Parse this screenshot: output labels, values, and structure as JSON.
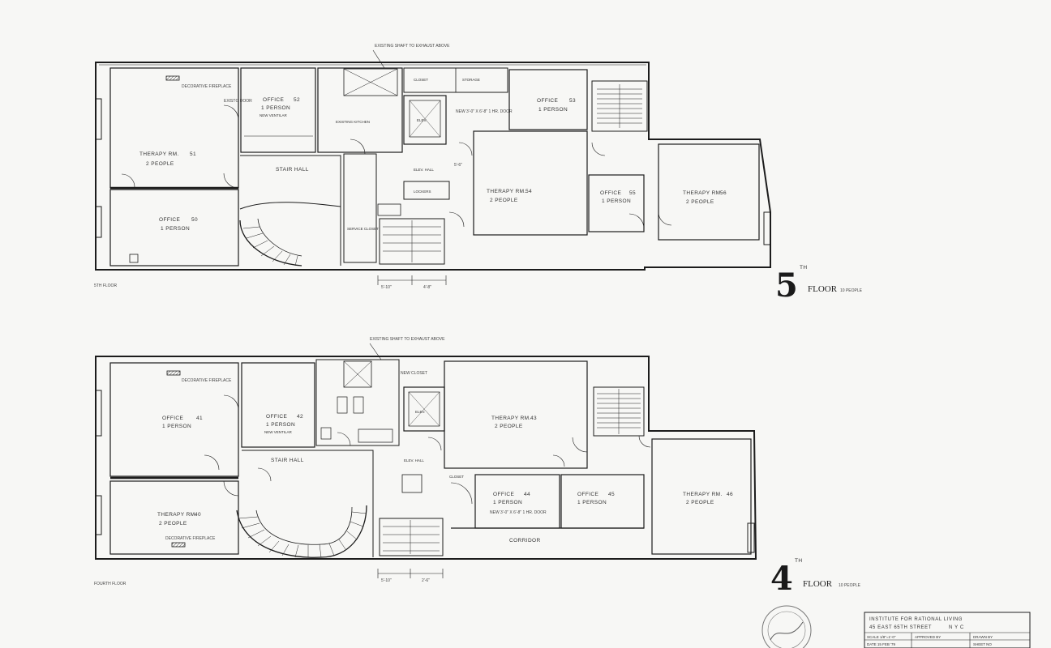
{
  "floor5": {
    "numeral": "5",
    "suffix": "TH",
    "floor_word": "FLOOR",
    "occupancy": "10 PEOPLE",
    "plan_label": "5TH FLOOR",
    "rooms": {
      "therapy_51": {
        "name": "THERAPY RM.",
        "num": "51",
        "occ": "2 PEOPLE"
      },
      "office_50": {
        "name": "OFFICE",
        "num": "50",
        "occ": "1 PERSON"
      },
      "office_52": {
        "name": "OFFICE",
        "num": "52",
        "occ": "1 PERSON",
        "extra": "NEW VENTILAR"
      },
      "office_53": {
        "name": "OFFICE",
        "num": "53",
        "occ": "1 PERSON"
      },
      "therapy_54": {
        "name": "THERAPY RM.",
        "num": "54",
        "occ": "2 PEOPLE"
      },
      "office_55": {
        "name": "OFFICE",
        "num": "55",
        "occ": "1 PERSON"
      },
      "therapy_56": {
        "name": "THERAPY RM.",
        "num": "56",
        "occ": "2 PEOPLE"
      },
      "stair_hall": "STAIR HALL",
      "elev_hall": "ELEV. HALL",
      "elev": "ELEV.",
      "lockers": "LOCKERS",
      "kitchen": "EXISTING KITCHEN",
      "service": "SERVICE CLOSET",
      "closet": "CLOSET",
      "storage": "STORAGE"
    },
    "notes": {
      "shaft": "EXISTING SHAFT TO EXHAUST ABOVE",
      "fireplace": "DECORATIVE FIREPLACE",
      "door": "EXISTG DOOR",
      "newdoor": "NEW 3'-0\" X 6'-8\" 1 HR. DOOR",
      "dim1": "5'-10\"",
      "dim2": "4'-8\"",
      "dim3": "5'-6\""
    }
  },
  "floor4": {
    "numeral": "4",
    "suffix": "TH",
    "floor_word": "FLOOR",
    "occupancy": "10 PEOPLE",
    "plan_label": "FOURTH FLOOR",
    "rooms": {
      "office_41": {
        "name": "OFFICE",
        "num": "41",
        "occ": "1 PERSON"
      },
      "office_42": {
        "name": "OFFICE",
        "num": "42",
        "occ": "1 PERSON",
        "extra": "NEW VENTILAR"
      },
      "therapy_43": {
        "name": "THERAPY RM.",
        "num": "43",
        "occ": "2 PEOPLE"
      },
      "therapy_40": {
        "name": "THERAPY RM.",
        "num": "40",
        "occ": "2 PEOPLE"
      },
      "office_44": {
        "name": "OFFICE",
        "num": "44",
        "occ": "1 PERSON"
      },
      "office_45": {
        "name": "OFFICE",
        "num": "45",
        "occ": "1 PERSON"
      },
      "therapy_46": {
        "name": "THERAPY RM.",
        "num": "46",
        "occ": "2 PEOPLE"
      },
      "stair_hall": "STAIR HALL",
      "elev_hall": "ELEV. HALL",
      "elev": "ELEV.",
      "corridor": "CORRIDOR",
      "closet": "CLOSET"
    },
    "notes": {
      "shaft": "EXISTING SHAFT TO EXHAUST ABOVE",
      "fireplace": "DECORATIVE FIREPLACE",
      "newcloset": "NEW CLOSET",
      "newdoor": "NEW 3'-0\" X 6'-8\" 1 HR. DOOR",
      "dim1": "5'-10\"",
      "dim2": "2'-6\""
    }
  },
  "title_block": {
    "line1": "INSTITUTE FOR RATIONAL LIVING",
    "line2": "45 EAST 65TH STREET",
    "line3": "N Y C",
    "scale": "SCALE 1/8\"=1'-0\"",
    "date": "DATE 15 FEB '79",
    "approved": "APPROVED BY",
    "drawn": "DRAWN BY",
    "sheet": "SHEET NO"
  },
  "colors": {
    "ink": "#1c1c1c",
    "paper": "#f7f7f5"
  }
}
